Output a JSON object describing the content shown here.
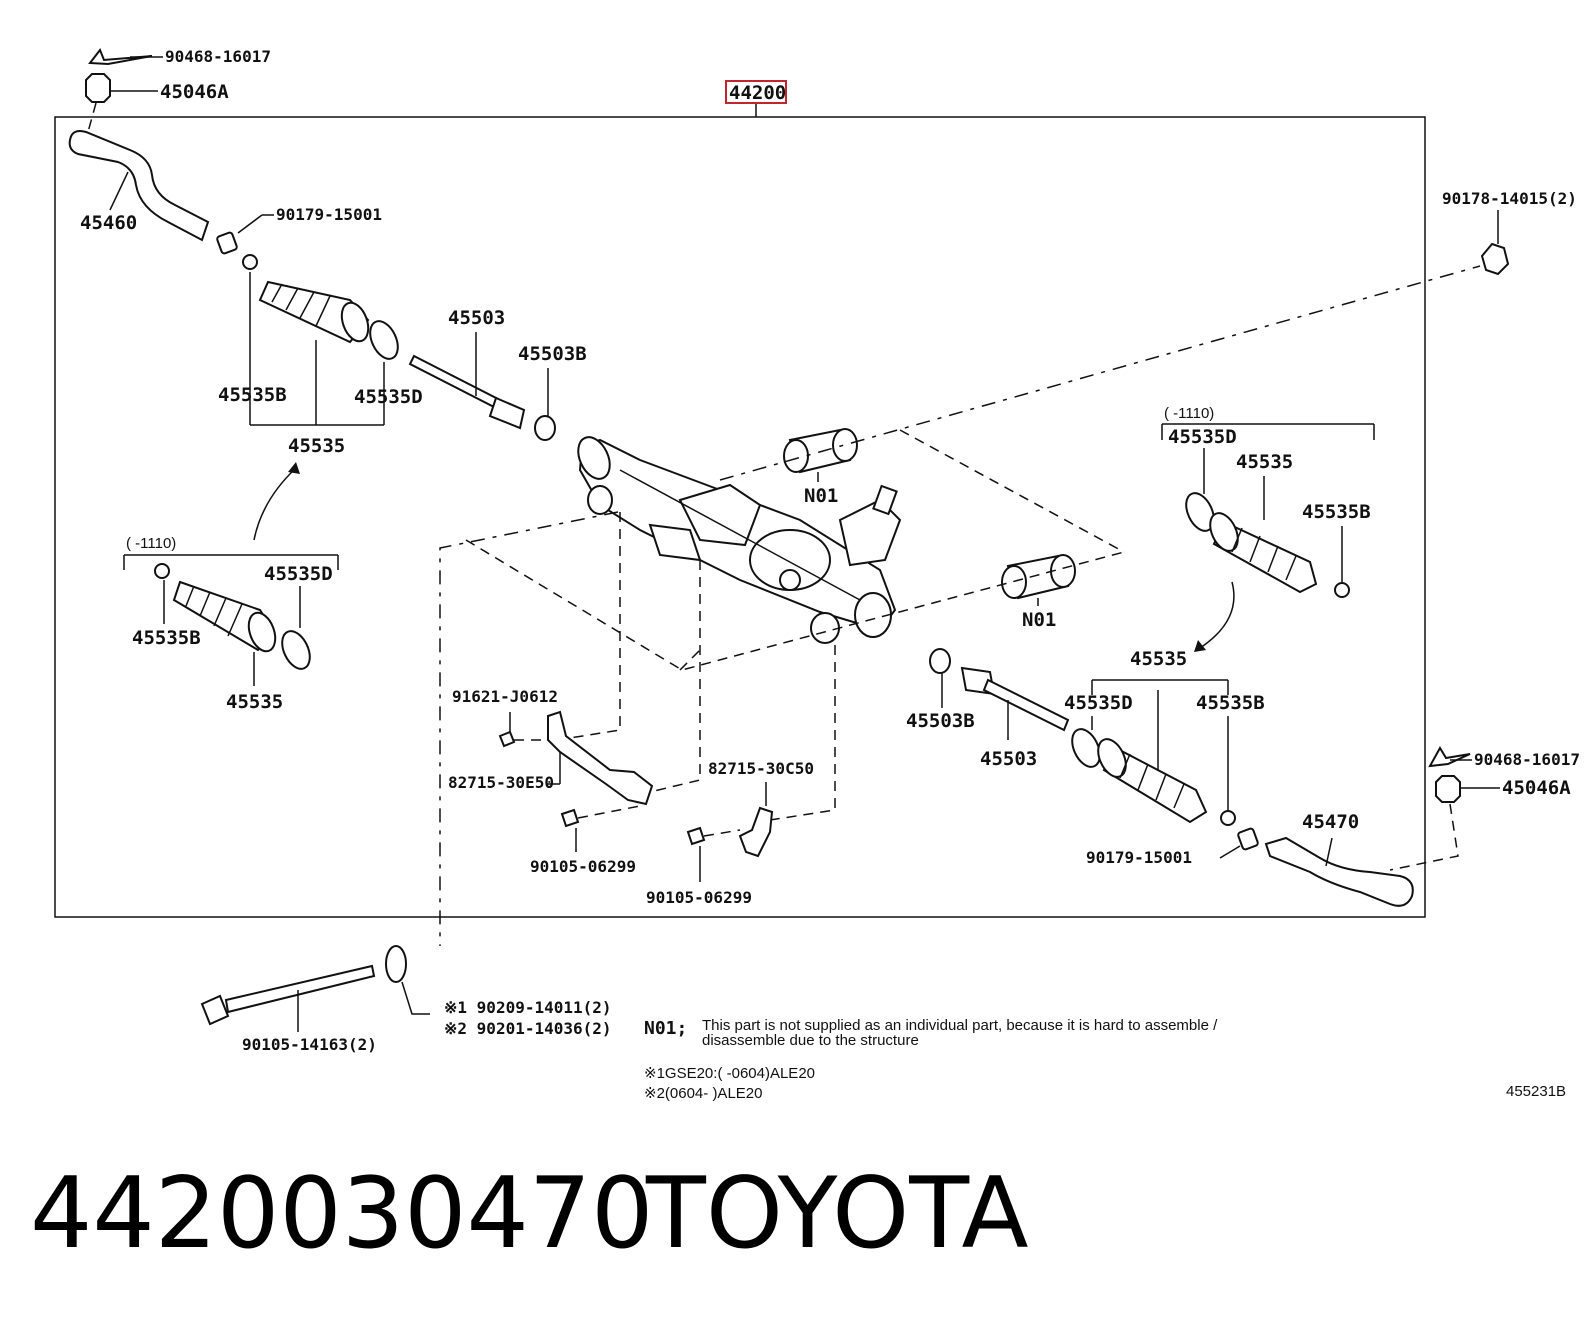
{
  "main_assembly": {
    "number": "44200",
    "highlight_color": "#c0262c"
  },
  "labels": {
    "l_90468_tl": "90468-16017",
    "l_45046A_tl": "45046A",
    "l_45460": "45460",
    "l_90179_tl": "90179-15001",
    "l_45503_top": "45503",
    "l_45503B_top": "45503B",
    "l_45535B_tl": "45535B",
    "l_45535D_tl": "45535D",
    "l_45535_tl": "45535",
    "l_range_left": "(      -1110)",
    "l_45535D_ll": "45535D",
    "l_45535B_ll": "45535B",
    "l_45535_ll": "45535",
    "l_N01_a": "N01",
    "l_N01_b": "N01",
    "l_90178": "90178-14015(2)",
    "l_range_right": "(      -1110)",
    "l_45535D_rt": "45535D",
    "l_45535_rt": "45535",
    "l_45535B_rt": "45535B",
    "l_45535_rb": "45535",
    "l_45535D_rb": "45535D",
    "l_45535B_rb": "45535B",
    "l_45503B_bot": "45503B",
    "l_45503_bot": "45503",
    "l_91621": "91621-J0612",
    "l_82715E": "82715-30E50",
    "l_82715C": "82715-30C50",
    "l_90105_a": "90105-06299",
    "l_90105_b": "90105-06299",
    "l_90468_r": "90468-16017",
    "l_45046A_r": "45046A",
    "l_45470": "45470",
    "l_90179_r": "90179-15001",
    "l_90105_long": "90105-14163(2)",
    "l_ref1": "※1 90209-14011(2)",
    "l_ref2": "※2 90201-14036(2)"
  },
  "notes": {
    "n01_code": "N01;",
    "n01_text_1": "This part is not supplied as an individual part, because it is hard to assemble /",
    "n01_text_2": "disassemble due to the structure",
    "foot_1": "※1GSE20:(       -0604)ALE20",
    "foot_2": "※2(0604-       )ALE20",
    "diagram_id": "455231B"
  },
  "caption": {
    "part_number": "4420030470",
    "brand": "TOYOTA"
  }
}
